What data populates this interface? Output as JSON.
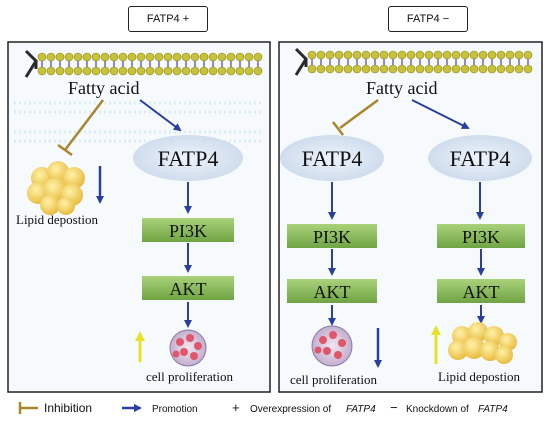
{
  "headers": {
    "left": "FATP4 +",
    "right": "FATP4 −"
  },
  "left_panel": {
    "fatty_acid": "Fatty acid",
    "fatp4": "FATP4",
    "pi3k": "PI3K",
    "akt": "AKT",
    "lipid_label": "Lipid depostion",
    "cell_label": "cell proliferation"
  },
  "right_panel": {
    "fatty_acid": "Fatty acid",
    "fatp4_a": "FATP4",
    "fatp4_b": "FATP4",
    "pi3k_a": "PI3K",
    "pi3k_b": "PI3K",
    "akt_a": "AKT",
    "akt_b": "AKT",
    "cell_label": "cell proliferation",
    "lipid_label": "Lipid depostion"
  },
  "legend": {
    "inhibition": "Inhibition",
    "promotion": "Promotion",
    "plus_symbol": "+",
    "overexpression": "Overexpression of",
    "minus_symbol": "−",
    "knockdown": "Knockdown of",
    "gene": "FATP4"
  },
  "colors": {
    "promotion_arrow": "#2b3f9c",
    "inhibition_line": "#a8862d",
    "green_box": "#8cbf5a",
    "ellipse": "#d6e2f0",
    "membrane_bead": "#c7c23a",
    "membrane_tail": "#6b5aa8",
    "up_arrow": "#e6e22a"
  }
}
